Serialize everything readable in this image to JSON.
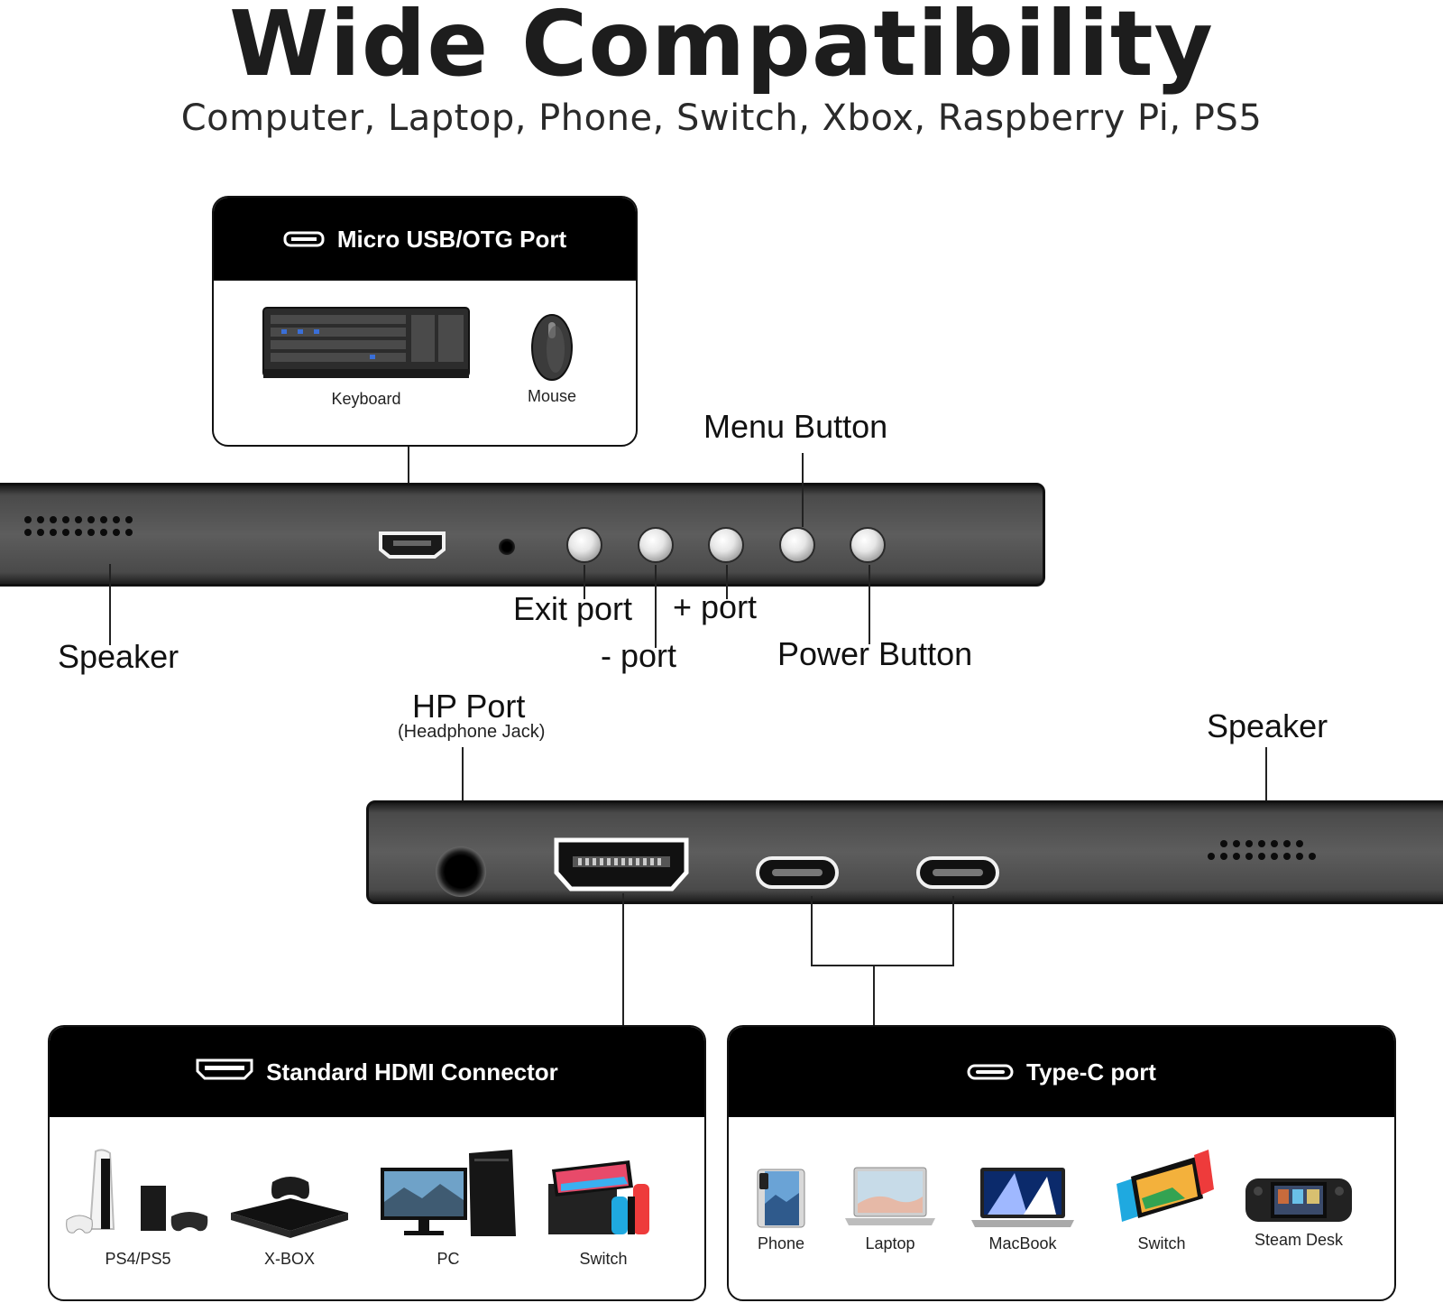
{
  "header": {
    "title": "Wide Compatibility",
    "subtitle": "Computer, Laptop, Phone, Switch, Xbox, Raspberry Pi, PS5"
  },
  "micro_usb_card": {
    "title": "Micro USB/OTG  Port",
    "devices": [
      "Keyboard",
      "Mouse"
    ]
  },
  "top_panel": {
    "menu_button": "Menu Button",
    "exit_port": "Exit port",
    "plus_port": "+  port",
    "minus_port": "-  port",
    "power_button": "Power Button",
    "speaker": "Speaker"
  },
  "bottom_panel": {
    "hp_port": "HP Port",
    "hp_port_sub": "(Headphone Jack)",
    "speaker": "Speaker"
  },
  "hdmi_card": {
    "title": "Standard HDMI Connector",
    "devices": [
      "PS4/PS5",
      "X-BOX",
      "PC",
      "Switch"
    ]
  },
  "typec_card": {
    "title": "Type-C port",
    "devices": [
      "Phone",
      "Laptop",
      "MacBook",
      "Switch",
      "Steam Desk"
    ]
  },
  "icons": [
    "micro-usb-icon",
    "hdmi-icon",
    "usb-c-icon"
  ]
}
